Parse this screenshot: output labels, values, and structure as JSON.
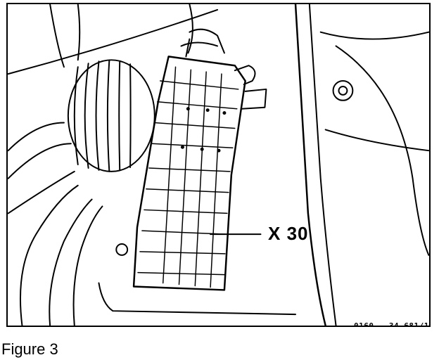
{
  "diagram": {
    "callout_label": "X 30",
    "reference_code": "0160 - 34 681/1"
  },
  "caption": "Figure 3"
}
